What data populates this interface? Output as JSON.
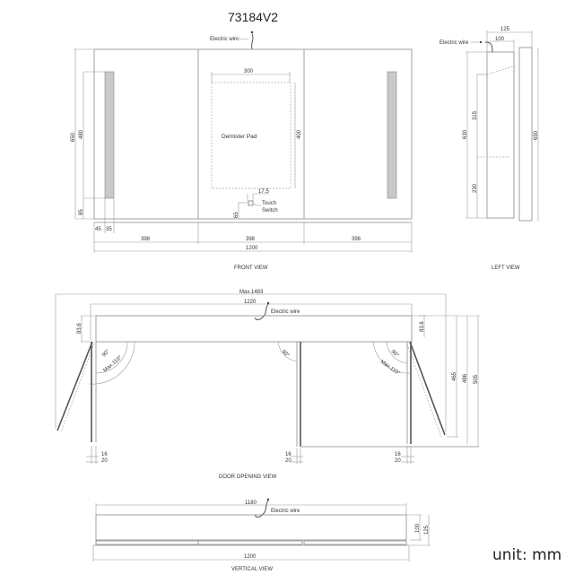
{
  "title": "73184V2",
  "unit_label": "unit: mm",
  "views": {
    "front": {
      "label": "FRONT VIEW",
      "electric_wire": "Electric wire",
      "demister_label": "Demister Pad",
      "demister_width": "300",
      "demister_height": "400",
      "touch_switch_line1": "Touch",
      "touch_switch_line2": "Switch",
      "switch_offset": "17.5",
      "switch_height": "65",
      "total_height": "650",
      "led_height": "480",
      "led_bottom": "85",
      "led_side_offset": "45",
      "led_width": "35",
      "door_widths": [
        "398",
        "398",
        "398"
      ],
      "total_width": "1200"
    },
    "left": {
      "label": "LEFT VIEW",
      "electric_wire": "Electric wire",
      "depth_total": "125",
      "depth_body": "100",
      "body_height": "630",
      "total_height": "650",
      "shelf_upper": "315",
      "shelf_lower": "230"
    },
    "door_opening": {
      "label": "DOOR   OPENING  VIEW",
      "max_width": "Max.1483",
      "body_width": "1220",
      "electric_wire": "Electric wire",
      "depth_offset": "83.6",
      "angle_90": "90°",
      "angle_max": "Max.110°",
      "angle_center": "90°",
      "dim_465": "465",
      "dim_486": "486",
      "dim_505": "505",
      "door_thickness_a": "16",
      "door_thickness_b": "20"
    },
    "vertical": {
      "label": "VERTICAL VIEW",
      "body_width": "1180",
      "electric_wire": "Electric wire",
      "depth_body": "100",
      "depth_total": "125",
      "total_width": "1200"
    }
  }
}
